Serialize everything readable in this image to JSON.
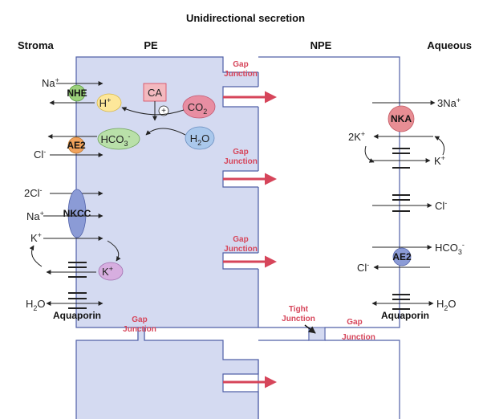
{
  "title": "Unidirectional secretion",
  "regions": {
    "stroma": "Stroma",
    "pe": "PE",
    "npe": "NPE",
    "aqueous": "Aqueous"
  },
  "gap_junction": {
    "line1": "Gap",
    "line2": "Junction"
  },
  "tight_junction": {
    "line1": "Tight",
    "line2": "Junction"
  },
  "transporters": {
    "nhe": "NHE",
    "ae2": "AE2",
    "nkcc": "NKCC",
    "nka": "NKA",
    "ae2_npe": "AE2",
    "aquaporin_pe": "Aquaporin",
    "aquaporin_npe": "Aquaporin",
    "ca": "CA",
    "plus": "+"
  },
  "pe_ions": {
    "na1": "Na",
    "na1_sup": "+",
    "h": "H",
    "h_sup": "+",
    "co2": "CO",
    "co2_sub": "2",
    "hco3": "HCO",
    "hco3_sub": "3",
    "hco3_sup": "-",
    "h2o_cell": "H",
    "h2o_cell_sub": "2",
    "h2o_cell_o": "O",
    "cl1": "Cl",
    "cl1_sup": "-",
    "cl2_pre": "2Cl",
    "cl2_sup": "-",
    "na2": "Na",
    "na2_sup": "+",
    "k1": "K",
    "k1_sup": "+",
    "k2": "K",
    "k2_sup": "+",
    "h2o": "H",
    "h2o_sub": "2",
    "h2o_o": "O"
  },
  "npe_ions": {
    "na": "3Na",
    "na_sup": "+",
    "k_in": "2K",
    "k_in_sup": "+",
    "k_out": "K",
    "k_out_sup": "+",
    "cl": "Cl",
    "cl_sup": "-",
    "hco3": "HCO",
    "hco3_sub": "3",
    "hco3_sup": "-",
    "cl2": "Cl",
    "cl2_sup": "-",
    "h2o": "H",
    "h2o_sub": "2",
    "h2o_o": "O"
  },
  "colors": {
    "pe_fill": "#d4daf1",
    "pe_stroke": "#5060a8",
    "npe_fill": "#ffffff",
    "arrow_red": "#d6455a",
    "nhe": "#9bd07b",
    "h_ion": "#fde79a",
    "co2": "#e88ea2",
    "hco3": "#b9e0a9",
    "h2o_cell": "#aac8ec",
    "ae2": "#f0a25c",
    "nkcc": "#8b9bd6",
    "k_ion": "#d7aee0",
    "nka": "#e88e94",
    "ca": "#f3b9bf"
  }
}
